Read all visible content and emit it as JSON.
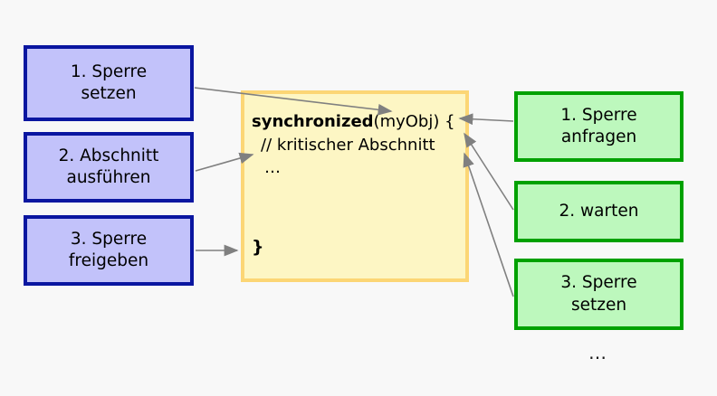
{
  "diagram": {
    "background_color": "#f8f8f8",
    "arrow_color": "#808080",
    "left_boxes": {
      "fill": "#c2c2fa",
      "border": "#0a16a0",
      "items": [
        {
          "line1": "1. Sperre",
          "line2": "setzen"
        },
        {
          "line1": "2. Abschnitt",
          "line2": "ausführen"
        },
        {
          "line1": "3. Sperre",
          "line2": "freigeben"
        }
      ]
    },
    "code_block": {
      "fill": "#fdf6c4",
      "border": "#fcd675",
      "keyword": "synchronized",
      "signature": "(myObj) {",
      "comment": "// kritischer Abschnitt",
      "dots": "…",
      "closing_brace": "}"
    },
    "right_boxes": {
      "fill": "#bdf8bd",
      "border": "#00a100",
      "items": [
        {
          "line1": "1. Sperre",
          "line2": "anfragen"
        },
        {
          "line1": "2. warten",
          "line2": ""
        },
        {
          "line1": "3. Sperre",
          "line2": "setzen"
        }
      ]
    },
    "trailing_ellipsis": "…"
  }
}
